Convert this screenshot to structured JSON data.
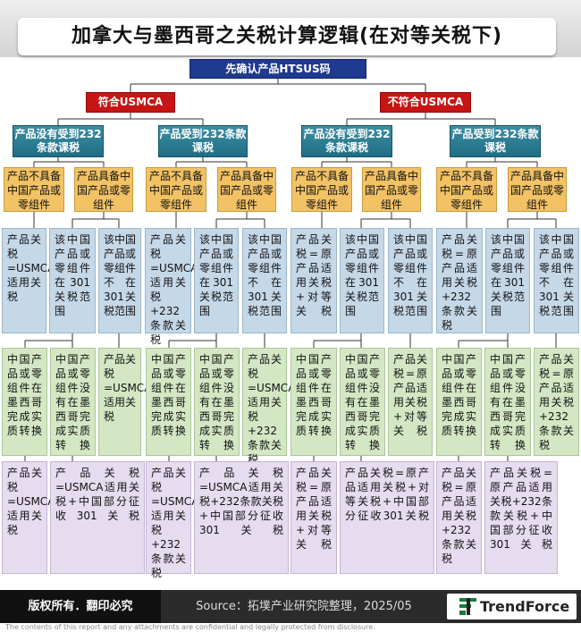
{
  "title": "加拿大与墨西哥之关税计算逻辑(在对等关税下)",
  "root": "先确认产品HTSUS码",
  "branches": {
    "usmca": "符合USMCA",
    "non_usmca": "不符合USMCA"
  },
  "level2": [
    "产品没有受到232条款课税",
    "产品受到232条款课税",
    "产品没有受到232条款课税",
    "产品受到232条款课税"
  ],
  "level3": [
    "产品不具备中国产品或零组件",
    "产品具备中国产品或零组件",
    "产品不具备中国产品或零组件",
    "产品具备中国产品或零组件",
    "产品不具备中国产品或零组件",
    "产品具备中国产品或零组件",
    "产品不具备中国产品或零组件",
    "产品具备中国产品或零组件"
  ],
  "level4": [
    "产品关税=USMCA适用关税",
    "该中国产品或零组件在301关税范围",
    "该中国产品或零组件不在301关税范围",
    "产品关税=USMCA适用关税+232条款关税",
    "该中国产品或零组件在301关税范围",
    "该中国产品或零组件不在301关税范围",
    "产品关税=原产品适用关税+对等关税",
    "该中国产品或零组件在301关税范围",
    "该中国产品或零组件不在301关税范围",
    "产品关税=原产品适用关税+232条款关税",
    "该中国产品或零组件在301关税范围",
    "该中国产品或零组件不在301关税范围"
  ],
  "level5": [
    "中国产品或零组件在墨西哥完成实质转换",
    "中国产品或零组件没有在墨西哥完成实质转换",
    "产品关税=USMCA适用关税",
    "中国产品或零组件在墨西哥完成实质转换",
    "中国产品或零组件没有在墨西哥完成实质转换",
    "产品关税=USMCA适用关税+232条款关税",
    "中国产品或零组件在墨西哥完成实质转换",
    "中国产品或零组件没有在墨西哥完成实质转换",
    "产品关税=原产品适用关税+对等关税",
    "中国产品或零组件在墨西哥完成实质转换",
    "中国产品或零组件没有在墨西哥完成实质转换",
    "产品关税=原产品适用关税+232条款关税"
  ],
  "level6": [
    "产品关税=USMCA适用关税",
    "产品关税=USMCA适用关税+中国部分征收301关税",
    "产品关税=USMCA适用关税+232条款关税",
    "产品关税=USMCA适用关税+232条款关税+中国部分征收301关税",
    "产品关税=原产品适用关税+对等关税",
    "产品关税=原产品适用关税+对等关税+中国部分征收301关税",
    "产品关税=原产品适用关税+232条款关税",
    "产品关税=原产品适用关税+232条款关税+中国部分征收301关税"
  ],
  "footer": {
    "copyright": "版权所有．翻印必究",
    "source": "Source：拓墣产业研究院整理，2025/05",
    "brand": "TrendForce",
    "disclaimer": "The contents of this report and any attachments are confidential and legally protected from disclosure."
  },
  "colors": {
    "root": "#1f3a8f",
    "branch": "#c81414",
    "level2": "#2a7d93",
    "level3": "#f2c265",
    "level4": "#c5d8e8",
    "level5": "#d4e7c4",
    "level6": "#e6dcef"
  }
}
